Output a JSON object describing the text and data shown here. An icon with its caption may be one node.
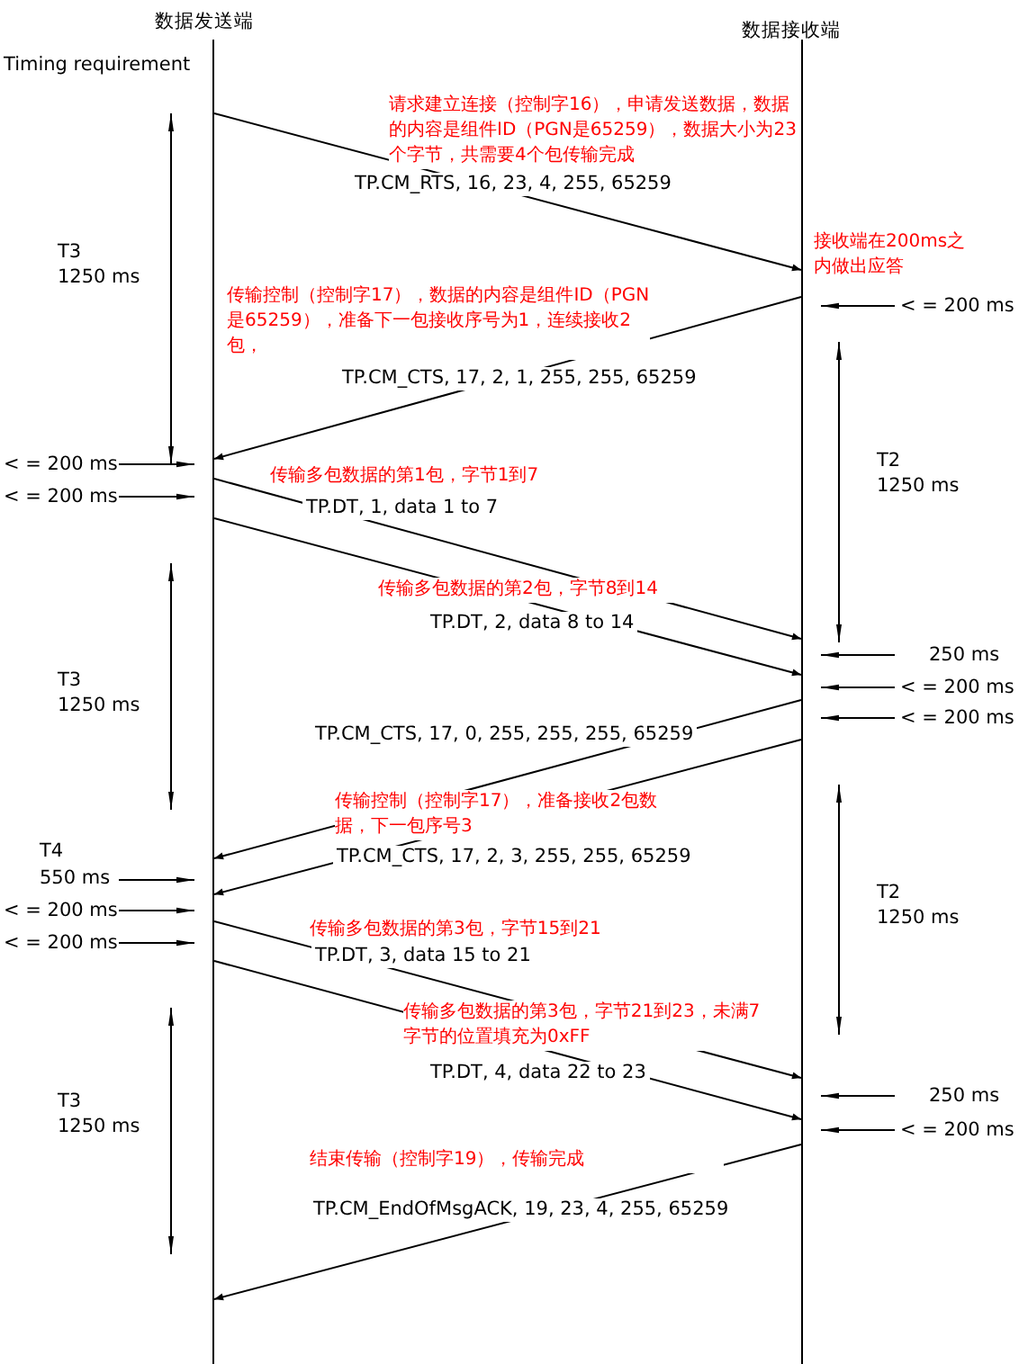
{
  "diagram": {
    "nodes": [
      {
        "text": [
          "数据发送端"
        ]
      },
      {
        "text": [
          "数据接收端"
        ]
      }
    ],
    "edges": [
      {
        "from": 0,
        "to": 1,
        "arrow": "to",
        "label": "TP.CM_RTS, 16, 23, 4, 255, 65259"
      },
      {
        "from": 1,
        "to": 0,
        "arrow": "to",
        "label": "TP.CM_CTS, 17, 2, 1, 255, 255, 65259"
      },
      {
        "from": 0,
        "to": 1,
        "arrow": "to",
        "label": "TP.DT, 1, data 1 to 7"
      },
      {
        "from": 0,
        "to": 1,
        "arrow": "to",
        "label": "TP.DT, 2, data 8 to 14"
      },
      {
        "from": 1,
        "to": 0,
        "arrow": "to",
        "label": "TP.CM_CTS, 17, 0, 255, 255, 255, 65259"
      },
      {
        "from": 1,
        "to": 0,
        "arrow": "to",
        "label": "TP.CM_CTS, 17, 2, 3, 255, 255, 65259"
      },
      {
        "from": 0,
        "to": 1,
        "arrow": "to",
        "label": "TP.DT, 3, data 15 to 21"
      },
      {
        "from": 0,
        "to": 1,
        "arrow": "to",
        "label": "TP.DT, 4, data 22 to 23"
      },
      {
        "from": 1,
        "to": 0,
        "arrow": "to",
        "label": "TP.CM_EndOfMsgACK, 19, 23, 4, 255, 65259"
      }
    ],
    "labels": [
      "Timing requirement",
      "请求建立连接（控制字16），申请发送数据，数据的内容是组件ID（PGN是65259），数据大小为23个字节，共需要4个包传输完成",
      "T3",
      "1250 ms",
      "接收端在200ms之内做出应答",
      "< = 200 ms",
      "传输控制（控制字17），数据的内容是组件ID（PGN是65259），准备下一包接收序号为1，连续接收2包，",
      "T2",
      "1250 ms",
      "< = 200 ms",
      "< = 200 ms",
      "传输多包数据的第1包，字节1到7",
      "传输多包数据的第2包，字节8到14",
      "250 ms",
      "T3",
      "1250 ms",
      "< = 200 ms",
      "< = 200 ms",
      "传输控制（控制字17），准备接收2包数据，下一包序号3",
      "T4",
      "550 ms",
      "T2",
      "1250 ms",
      "< = 200 ms",
      "< = 200 ms",
      "传输多包数据的第3包，字节15到21",
      "传输多包数据的第3包，字节21到23，未满7字节的位置填充为0xFF",
      "250 ms",
      "T3",
      "1250 ms",
      "< = 200 ms",
      "结束传输（控制字19），传输完成"
    ]
  }
}
